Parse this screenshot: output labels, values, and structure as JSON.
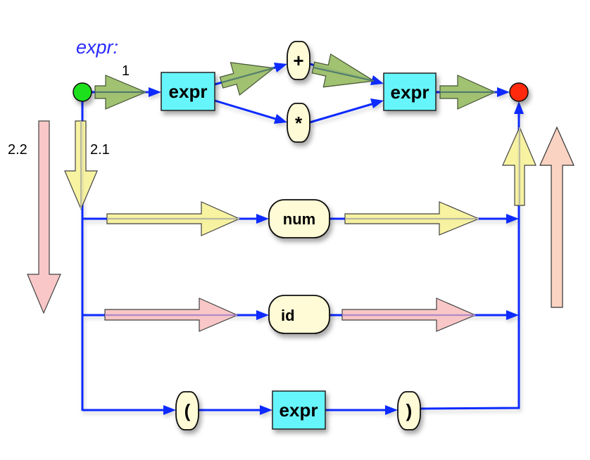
{
  "title": "expr:",
  "path_labels": {
    "p1": "1",
    "p21": "2.1",
    "p22": "2.2"
  },
  "nodes": {
    "start": {
      "kind": "start",
      "color": "#1fe01f"
    },
    "end": {
      "kind": "end",
      "color": "#ff2a0a"
    },
    "expr_top_left": {
      "kind": "nonterminal",
      "label": "expr"
    },
    "plus": {
      "kind": "terminal",
      "label": "+"
    },
    "times": {
      "kind": "terminal",
      "label": "*"
    },
    "expr_top_right": {
      "kind": "nonterminal",
      "label": "expr"
    },
    "num": {
      "kind": "terminal",
      "label": "num"
    },
    "id": {
      "kind": "terminal",
      "label": "id"
    },
    "lparen": {
      "kind": "terminal",
      "label": "("
    },
    "expr_bottom": {
      "kind": "nonterminal",
      "label": "expr"
    },
    "rparen": {
      "kind": "terminal",
      "label": ")"
    }
  },
  "colors": {
    "wire": "#0a2cff",
    "title": "#2a2aff",
    "nonterminal_fill": "#66f5fa",
    "terminal_fill": "#fffbd6",
    "path1_arrow": "#9dbf6a",
    "path21_arrow": "#f7f29a",
    "path22_arrow": "#f9c3c3"
  },
  "edges": [
    {
      "from": "start",
      "to": "expr_top_left"
    },
    {
      "from": "expr_top_left",
      "to": "plus"
    },
    {
      "from": "expr_top_left",
      "to": "times"
    },
    {
      "from": "plus",
      "to": "expr_top_right"
    },
    {
      "from": "times",
      "to": "expr_top_right"
    },
    {
      "from": "expr_top_right",
      "to": "end"
    },
    {
      "from": "start",
      "to": "num"
    },
    {
      "from": "num",
      "to": "end"
    },
    {
      "from": "start",
      "to": "id"
    },
    {
      "from": "id",
      "to": "end"
    },
    {
      "from": "start",
      "to": "lparen"
    },
    {
      "from": "lparen",
      "to": "expr_bottom"
    },
    {
      "from": "expr_bottom",
      "to": "rparen"
    },
    {
      "from": "rparen",
      "to": "end"
    }
  ],
  "highlighted_paths": [
    {
      "label": "1",
      "route": [
        "start",
        "expr_top_left",
        "plus",
        "expr_top_right",
        "end"
      ]
    },
    {
      "label": "2.1",
      "route": [
        "start",
        "num",
        "end"
      ]
    },
    {
      "label": "2.2",
      "route": [
        "start",
        "id",
        "end"
      ]
    }
  ]
}
